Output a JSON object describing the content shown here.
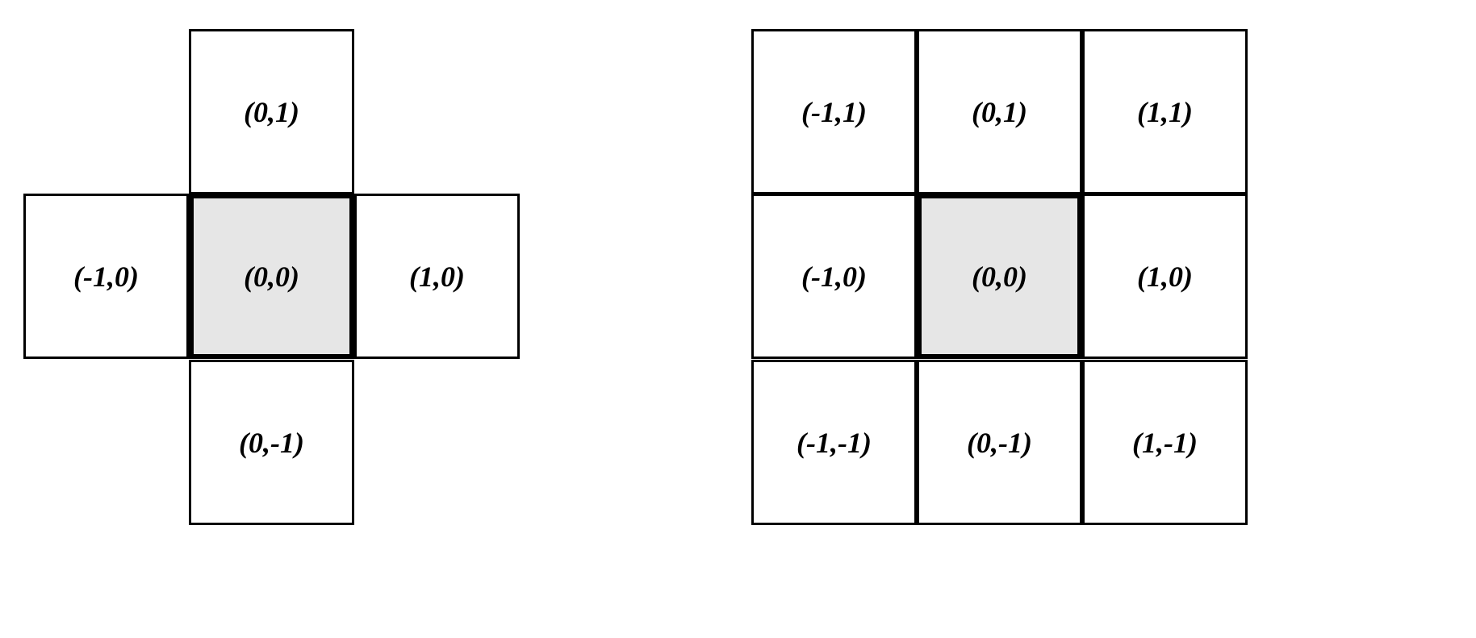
{
  "left_neighborhood": {
    "cells": {
      "top": "(0,1)",
      "left": "(-1,0)",
      "center": "(0,0)",
      "right": "(1,0)",
      "bottom": "(0,-1)"
    },
    "center_fill": "#e6e6e6"
  },
  "right_neighborhood": {
    "cells": {
      "top_left": "(-1,1)",
      "top": "(0,1)",
      "top_right": "(1,1)",
      "left": "(-1,0)",
      "center": "(0,0)",
      "right": "(1,0)",
      "bottom_left": "(-1,-1)",
      "bottom": "(0,-1)",
      "bottom_right": "(1,-1)"
    },
    "center_fill": "#e6e6e6"
  }
}
